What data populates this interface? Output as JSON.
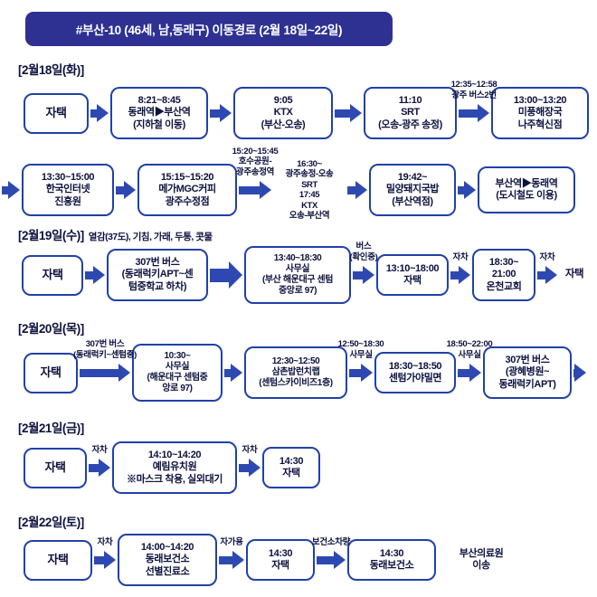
{
  "header": {
    "title": "#부산-10 (46세, 남,동래구) 이동경로 (2월 18일~22일)"
  },
  "colors": {
    "header_bg": "#2e3192",
    "box_border": "#2141a8",
    "arrow": "#2d49b1",
    "text": "#0c123f"
  },
  "day1": {
    "label": "[2월18일(화)]",
    "home": "자택",
    "subway": "8:21~8:45\n동래역▶부산역\n(지하철 이동)",
    "ktx": "9:05\nKTX\n(부산-오송)",
    "srt": "11:10\nSRT\n(오송-광주 송정)",
    "bus_label": "12:35~12:58\n광주 버스2번",
    "restaurant": "13:00~13:20\n미풍해장국\n나주혁신점",
    "kisa": "13:30~15:00\n한국인터넷\n진흥원",
    "cafe": "15:15~15:20\n메가MGC커피\n광주수정점",
    "walk_label": "15:20~15:45\n호수공원-\n광주송정역",
    "train_back": "16:30~\n광주송정-오송\nSRT\n17:45\nKTX\n오송-부산역",
    "pork_soup": "19:42~\n밀양돼지국밥\n(부산역점)",
    "metro_back": "부산역▶동래역\n(도시철도 이용)"
  },
  "day2": {
    "label": "[2월19일(수)]",
    "symptoms": "열감(37도), 기침, 가래, 두통, 콧물",
    "home": "자택",
    "bus": "307번 버스\n(동래럭키APT~센\n텀중학교 하차)",
    "office": "13:40~18:30\n사무실\n(부산 해운대구 센텀\n중앙로 97)",
    "bus_label": "버스\n(확인중)",
    "home2": "13:10~18:00\n자택",
    "car1": "자차",
    "church": "18:30~\n21:00\n온천교회",
    "car2": "자차",
    "home3": "자택"
  },
  "day3": {
    "label": "[2월20일(목)]",
    "home": "자택",
    "bus_label": "307번 버스\n(동래럭키~센텀중)",
    "office": "10:30~\n사무실\n(해운대구 센텀중\n앙로 97)",
    "lunch": "12:30~12:50\n삼촌밥런치랩\n(센텀스카이비즈1층)",
    "office_label1": "12:50~18:30\n사무실",
    "dinner": "18:30~18:50\n센텀가야밀면",
    "office_label2": "18:50~22:00\n사무실",
    "bus": "307번 버스\n(광혜병원~\n동래럭키APT)"
  },
  "day4": {
    "label": "[2월21일(금)]",
    "home": "자택",
    "car1": "자차",
    "kindergarten": "14:10~14:20\n예림유치원\n※마스크 착용, 실외대기",
    "car2": "자차",
    "home2": "14:30\n자택"
  },
  "day5": {
    "label": "[2월22일(토)]",
    "home": "자택",
    "car": "자차",
    "clinic": "14:00~14:20\n동래보건소\n선별진료소",
    "car2": "자가용",
    "home2": "14:30\n자택",
    "vehicle": "보건소차량",
    "clinic2": "14:30\n동래보건소",
    "transfer": "부산의료원\n이송"
  }
}
